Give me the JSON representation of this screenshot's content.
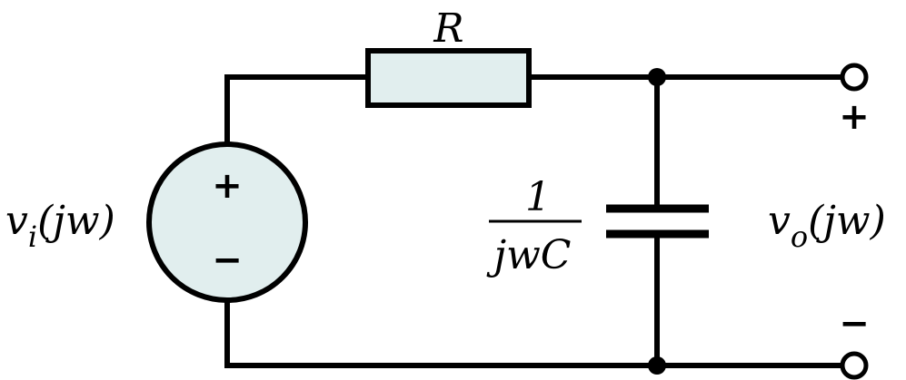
{
  "resistor": {
    "label": "R"
  },
  "capacitor": {
    "numerator": "1",
    "denominator": "jwC"
  },
  "source": {
    "label_main": "v",
    "label_sub": "i",
    "label_arg": "(jw)",
    "plus_sign": "+",
    "minus_sign": "−"
  },
  "output": {
    "label_main": "v",
    "label_sub": "o",
    "label_arg": "(jw)",
    "plus_sign": "+",
    "minus_sign": "−"
  },
  "colors": {
    "stroke": "#000000",
    "component_fill": "#e1eeee",
    "background": "#ffffff"
  }
}
